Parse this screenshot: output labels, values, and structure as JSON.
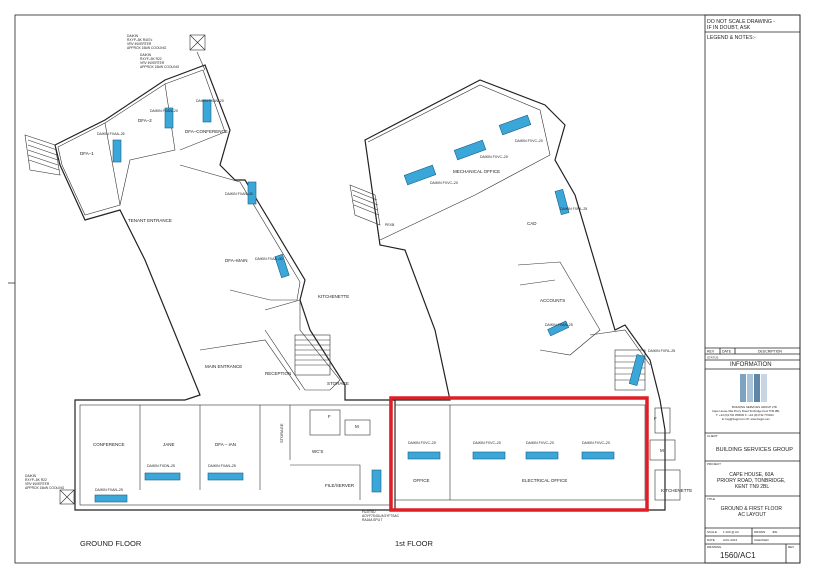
{
  "title_block": {
    "warning": [
      "DO NOT SCALE DRAWING -",
      "IF IN DOUBT, ASK"
    ],
    "legend_heading": "LEGEND & NOTES:-",
    "rev_headers": [
      "REV",
      "DATE",
      "DESCRIPTION"
    ],
    "status_label": "STATUS",
    "status_value": "INFORMATION",
    "company_lines": [
      "BUILDING SERVICES GROUP LTD",
      "Cape House 60a Priory Road Tonbridge Kent TN9 2BL",
      "T: +44 (0)1732 350000  F: +44 (0)1732 770044",
      "E: bsg@bsgpl.com  W: www.bsgpl.com"
    ],
    "client_label": "CLIENT",
    "client_value": "BUILDING SERVICES GROUP",
    "project_label": "PROJECT",
    "project_lines": [
      "CAPE HOUSE, 60A",
      "PRIORY ROAD, TONBRIDGE,",
      "KENT TN9 2BL"
    ],
    "title_label": "TITLE",
    "title_lines": [
      "GROUND & FIRST FLOOR",
      "AC LAYOUT"
    ],
    "meta": [
      {
        "label": "SCALE",
        "value": "1:100 @ A3"
      },
      {
        "label": "DRAWN",
        "value": "JML"
      },
      {
        "label": "DATE",
        "value": "AUG 2013"
      },
      {
        "label": "CHECKED",
        "value": ""
      }
    ],
    "drawing_label": "DRAWING",
    "drawing_no": "1560/AC1",
    "rev_label": "REV"
  },
  "ground_floor": {
    "caption": "GROUND FLOOR",
    "rooms": [
      "DFA–1",
      "DFA–2",
      "DFA–CONFERENCE",
      "TENANT ENTRANCE",
      "DFA–MAIN",
      "KITCHENETTE",
      "MAIN ENTRANCE",
      "RECEPTION",
      "STORAGE",
      "CONFERENCE",
      "JANE",
      "DFA – IAN",
      "STORAGE",
      "F",
      "M",
      "WC'S",
      "FILE/SERVER"
    ],
    "units": [
      "DAIKIN FXAN–20",
      "DAIKIN FXAA–25",
      "DAIKIN FXAN–20",
      "DAIKIN FXAN–40",
      "DAIKIN FXAA–40",
      "DAIKIN FXDN–25",
      "DAIKIN FXAN–25",
      "DAIKIN FXAN–25"
    ],
    "outdoor_notes": [
      [
        "DAIKIN",
        "RXYP–8K R407c",
        "VRV INVERTER",
        "APPROX 15kW COOLING"
      ],
      [
        "DAIKIN",
        "RXYP–5K R22",
        "VRV INVERTER",
        "APPROX 15kW COOLING"
      ],
      [
        "DAIKIN",
        "RXYF–5K R22",
        "VRV INVERTER",
        "APPROX 15kW COOLING"
      ]
    ],
    "pipe_note": [
      "FUJITSU",
      "AOYF7S40L/AOYF7SAC",
      "RA16A SPLIT"
    ]
  },
  "first_floor": {
    "caption": "1st FLOOR",
    "rooms": [
      "MECHANICAL OFFICE",
      "CAD",
      "ACCOUNTS",
      "OFFICE",
      "ELECTRICAL OFFICE",
      "F",
      "M",
      "KITCHENETTE",
      "PEXB"
    ],
    "units": [
      "DAIKIN FXVC–20",
      "DAIKIN FXVC–20",
      "DAIKIN FXVC–20",
      "DAIKIN FXFA–25",
      "DAIKIN FXAN–25",
      "DAIKIN FXFA–25",
      "DAIKIN FXVC–20",
      "DAIKIN FXVC–20",
      "DAIKIN FXVC–20",
      "DAIKIN FXVC–20"
    ]
  }
}
